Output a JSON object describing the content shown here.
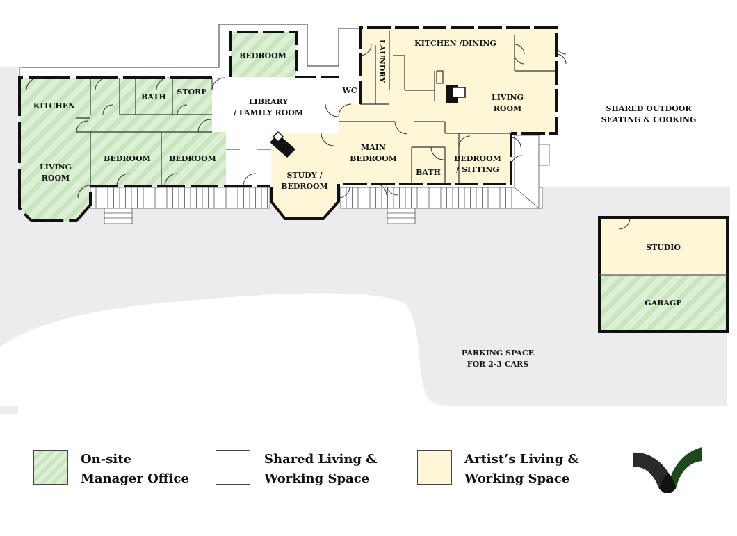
{
  "rooms": {
    "kitchen": "KITCHEN",
    "living_room_left": [
      "LIVING",
      "ROOM"
    ],
    "bath_left": "BATH",
    "store": "STORE",
    "bedroom_top": "BEDROOM",
    "bedroom_a": "BEDROOM",
    "bedroom_b": "BEDROOM",
    "library": [
      "LIBRARY",
      "/ FAMILY ROOM"
    ],
    "study": [
      "STUDY /",
      "BEDROOM"
    ],
    "wc": "WC",
    "laundry": "LAUNDRY",
    "kitchen_dining": "KITCHEN /DINING",
    "living_room_right": [
      "LIVING",
      "ROOM"
    ],
    "main_bedroom": [
      "MAIN",
      "BEDROOM"
    ],
    "bath_right": "BATH",
    "bedroom_sitting": [
      "BEDROOM",
      "/ SITTING"
    ],
    "shared_outdoor": [
      "SHARED OUTDOOR",
      "SEATING & COOKING"
    ],
    "studio": "STUDIO",
    "garage": "GARAGE",
    "parking": [
      "PARKING SPACE",
      "FOR 2-3 CARS"
    ]
  },
  "legend": {
    "manager": [
      "On-site",
      "Manager Office"
    ],
    "shared": [
      "Shared Living &",
      "Working Space"
    ],
    "artist": [
      "Artist’s Living &",
      "Working Space"
    ]
  },
  "colors": {
    "manager_stripe_light": "#ddf0d6",
    "manager_stripe_dark": "#c7e6bd",
    "artist_fill": "#fdf7d8",
    "shared_fill": "#ffffff",
    "ground": "#ececec",
    "wall": "#111111",
    "logo_dark": "#2a2a2a",
    "logo_green": "#1d4a1a"
  },
  "logo": "brand-logo"
}
